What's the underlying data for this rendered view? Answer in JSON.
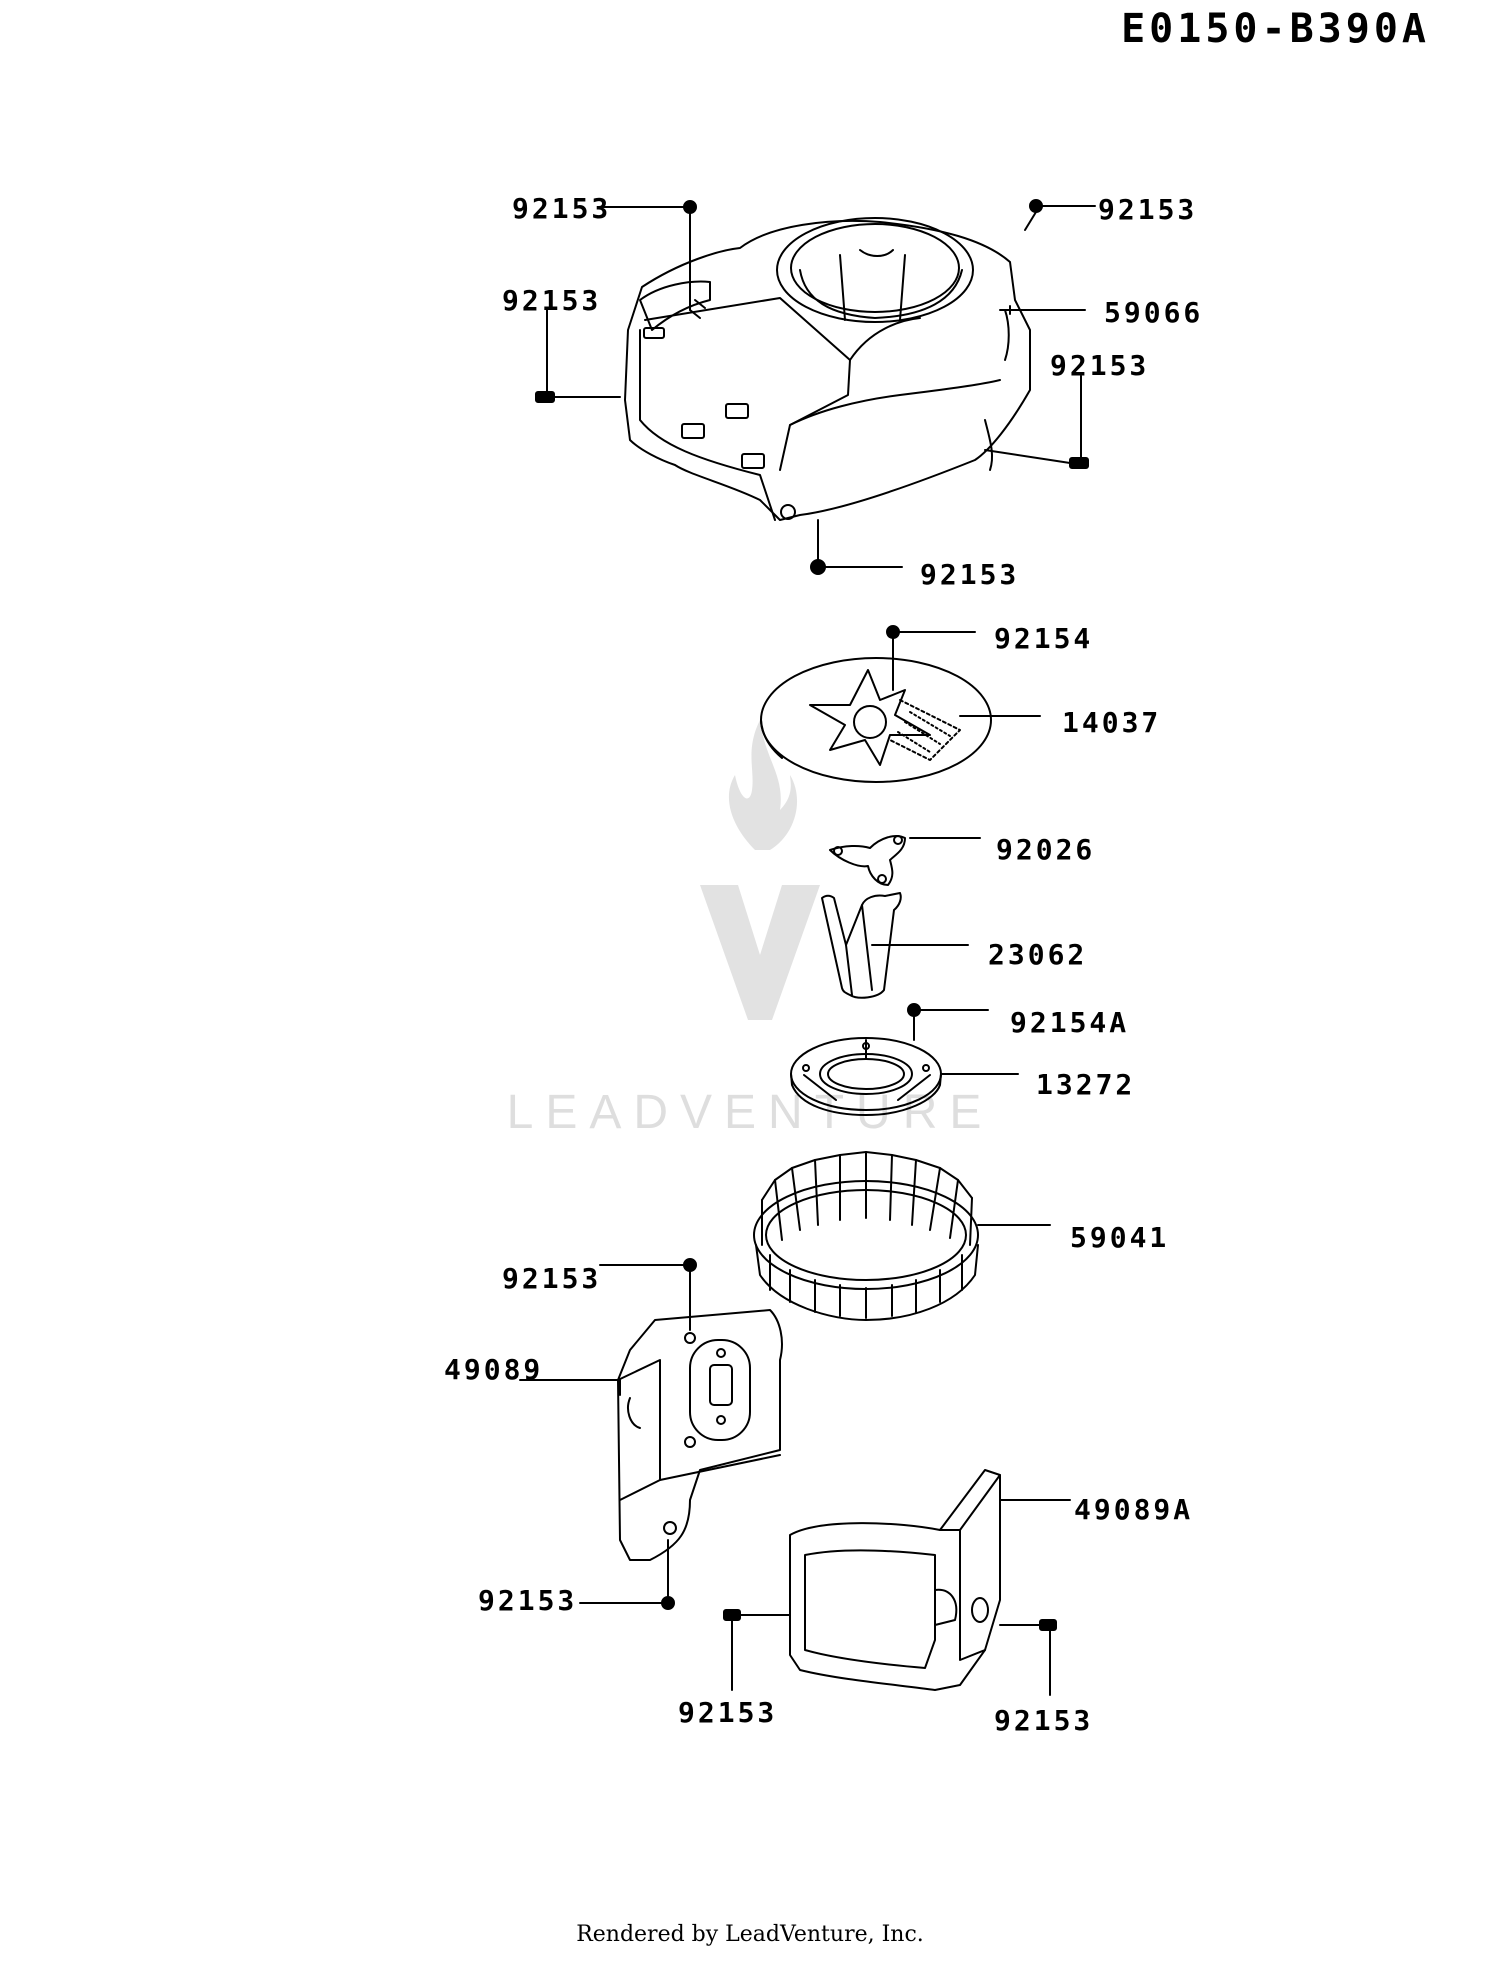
{
  "diagram": {
    "id": "E0150-B390A"
  },
  "callouts": [
    {
      "part": "92153"
    },
    {
      "part": "92153"
    },
    {
      "part": "92153"
    },
    {
      "part": "59066"
    },
    {
      "part": "92153"
    },
    {
      "part": "92153"
    },
    {
      "part": "92154"
    },
    {
      "part": "14037"
    },
    {
      "part": "92026"
    },
    {
      "part": "23062"
    },
    {
      "part": "92154A"
    },
    {
      "part": "13272"
    },
    {
      "part": "59041"
    },
    {
      "part": "92153"
    },
    {
      "part": "49089"
    },
    {
      "part": "49089A"
    },
    {
      "part": "92153"
    },
    {
      "part": "92153"
    },
    {
      "part": "92153"
    }
  ],
  "watermark": {
    "text": "LEADVENTURE"
  },
  "footer": {
    "text": "Rendered by LeadVenture, Inc."
  },
  "colors": {
    "line": "#000000",
    "watermark": "#d9d9d9"
  }
}
